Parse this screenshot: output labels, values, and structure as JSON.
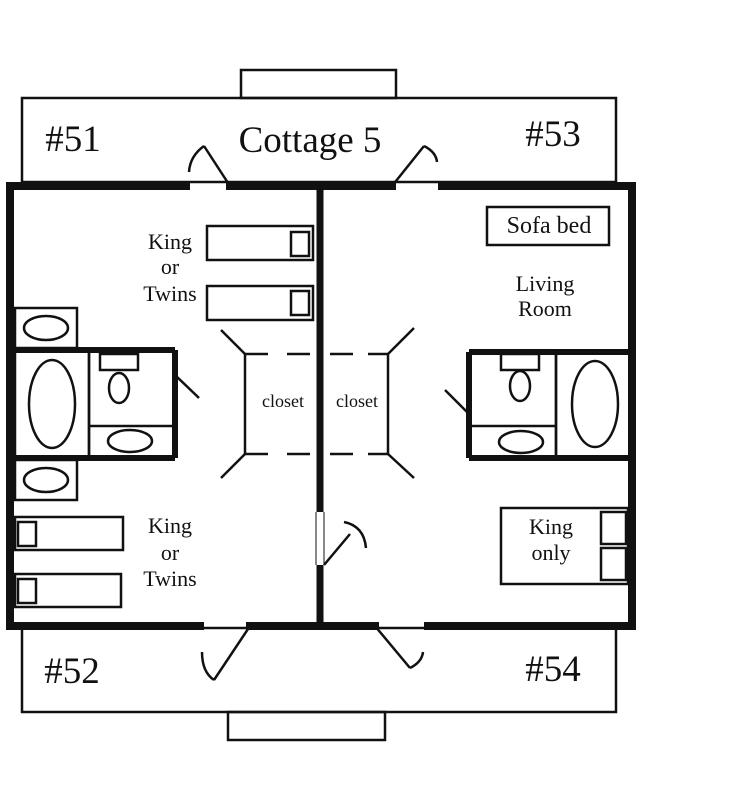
{
  "title": "Cottage 5",
  "units": {
    "nw": "#51",
    "ne": "#53",
    "sw": "#52",
    "se": "#54"
  },
  "rooms": {
    "nw_bed": [
      "King",
      "or",
      "Twins"
    ],
    "sw_bed": [
      "King",
      "or",
      "Twins"
    ],
    "closet_left": "closet",
    "closet_right": "closet",
    "sofa_bed": "Sofa bed",
    "living_room": [
      "Living",
      "Room"
    ],
    "king_only": [
      "King",
      "only"
    ]
  },
  "colors": {
    "line": "#111111",
    "background": "#ffffff"
  }
}
